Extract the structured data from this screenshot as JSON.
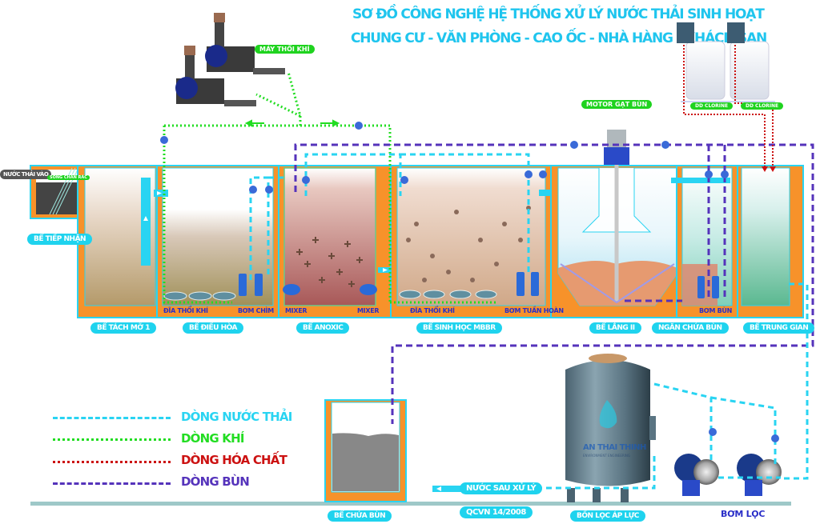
{
  "title": {
    "line1": "SƠ ĐỒ CÔNG NGHỆ HỆ THỐNG XỬ LÝ NƯỚC THẢI SINH HOẠT",
    "line2": "CHUNG CƯ - VĂN PHÒNG - CAO ỐC - NHÀ HÀNG - KHÁCH SẠN"
  },
  "colors": {
    "wastewater": "#29d4f2",
    "air": "#22dd22",
    "chemical": "#cc1111",
    "sludge": "#5533bb",
    "tank_wall": "#f7922a",
    "tank_border": "#29d4f2",
    "label_pill": "#1fd3ee",
    "equipment_label": "#2a2ec8"
  },
  "inlet": {
    "label": "NƯỚC THẢI VÀO",
    "screen_label": "SONG CHẮN RÁC"
  },
  "equipment": {
    "blower": "MÁY THỔI KHÍ",
    "motor": "MOTOR GẠT BÙN",
    "chlorine_1": "DD CLORINE",
    "chlorine_2": "DD CLORINE",
    "filter_logo": "AN THAI THINH",
    "filter_logo_sub": "ENVIRONMENT ENGINEERING"
  },
  "equipment_labels": {
    "diffuser_1": "ĐĨA THỔI KHÍ",
    "submersible_pump": "BƠM CHÌM",
    "mixer_1": "MIXER",
    "mixer_2": "MIXER",
    "diffuser_2": "ĐĨA THỔI KHÍ",
    "recirc_pump": "BƠM TUẦN HOÀN",
    "sludge_pump": "BƠM BÙN",
    "filter_pump": "BƠM LỌC"
  },
  "tanks": [
    {
      "id": "receiving",
      "label": "BỂ TIẾP NHẬN"
    },
    {
      "id": "grease",
      "label": "BỂ TÁCH MỠ 1"
    },
    {
      "id": "equalization",
      "label": "BỂ ĐIỀU HÒA"
    },
    {
      "id": "anoxic",
      "label": "BỂ ANOXIC"
    },
    {
      "id": "mbbr",
      "label": "BỂ SINH HỌC MBBR"
    },
    {
      "id": "settling",
      "label": "BỂ LẮNG II"
    },
    {
      "id": "sludge_holding",
      "label": "NGĂN CHỨA BÙN"
    },
    {
      "id": "intermediate",
      "label": "BỂ TRUNG GIAN"
    },
    {
      "id": "sludge_storage",
      "label": "BỂ CHỨA BÙN"
    },
    {
      "id": "pressure_filter",
      "label": "BỒN LỌC ÁP LỰC"
    }
  ],
  "outlet": {
    "label": "NƯỚC SAU XỬ LÝ",
    "standard": "QCVN 14/2008"
  },
  "legend": [
    {
      "label": "DÒNG NƯỚC THẢI",
      "color": "#29d4f2",
      "style": "dashed"
    },
    {
      "label": "DÒNG KHÍ",
      "color": "#22dd22",
      "style": "dotted"
    },
    {
      "label": "DÒNG HÓA CHẤT",
      "color": "#cc1111",
      "style": "dotted"
    },
    {
      "label": "DÒNG BÙN",
      "color": "#5533bb",
      "style": "dashed"
    }
  ]
}
